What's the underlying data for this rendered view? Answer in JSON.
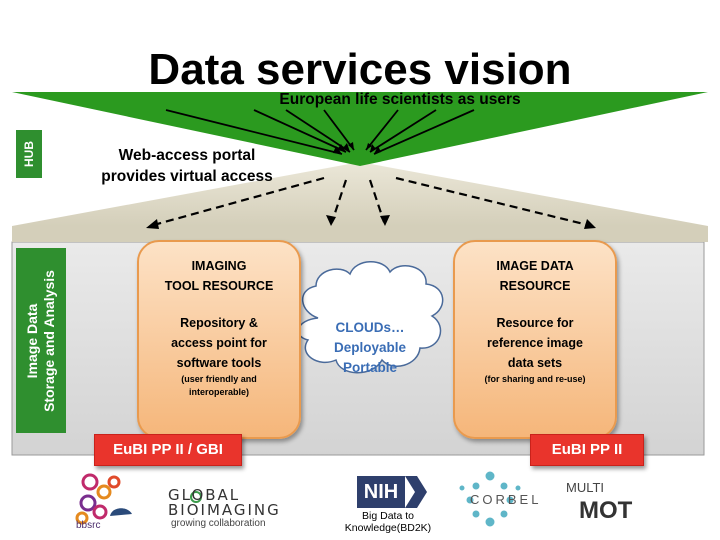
{
  "title": "Data services vision",
  "subtitle": "European life scientists as users",
  "portal": [
    "Web-access portal",
    "provides virtual access"
  ],
  "hub_label": "HUB",
  "storage_label": [
    "Image Data",
    "Storage and Analysis"
  ],
  "tool_resource": {
    "heading": [
      "IMAGING",
      "TOOL RESOURCE"
    ],
    "body": [
      "Repository &",
      "access point for",
      "software tools"
    ],
    "note": [
      "(user friendly and",
      "interoperable)"
    ]
  },
  "data_resource": {
    "heading": [
      "IMAGE DATA",
      "RESOURCE"
    ],
    "body": [
      "Resource for",
      "reference image",
      "data sets"
    ],
    "note": [
      "(for sharing and re-use)"
    ]
  },
  "cloud": [
    "CLOUDs…",
    "Deployable",
    "Portable"
  ],
  "eubi_left": "EuBI PP II / GBI",
  "eubi_right": "EuBI PP II",
  "logos": {
    "bbsrc": "bbsrc",
    "gbi": [
      "GLOBAL",
      "BIOIMAGING",
      "growing collaboration"
    ],
    "nih": "NIH",
    "nih_sub": [
      "Big Data to",
      "Knowledge(BD2K)"
    ],
    "corbel": "CORBEL",
    "multi": "MULTI",
    "mot": "MOT"
  },
  "colors": {
    "hub_green": "#2f8f2f",
    "funnel_green": "#2b9a1f",
    "resource_orange": "#f5b67a",
    "eubi_red": "#e9342c",
    "cloud_text": "#3a6db5"
  }
}
